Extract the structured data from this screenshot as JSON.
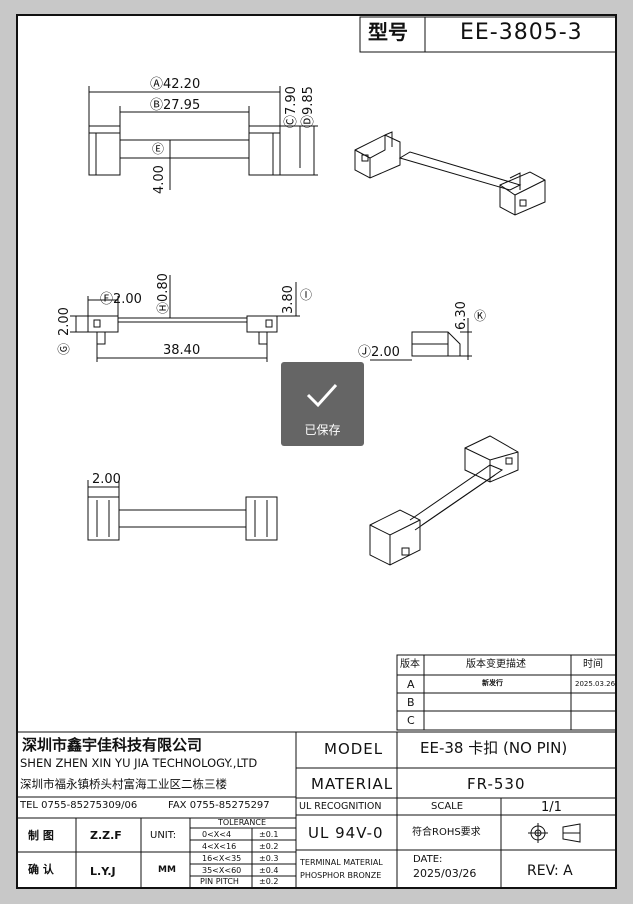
{
  "title_box": {
    "label": "型号",
    "model": "EE-3805-3"
  },
  "dimensions": {
    "a": "Ⓐ42.20",
    "b": "Ⓑ27.95",
    "c": "Ⓒ7.90",
    "d": "Ⓓ9.85",
    "e_val": "4.00",
    "e_mark": "Ⓔ",
    "f": "Ⓕ2.00",
    "h_val": "0.80",
    "h_mark": "Ⓗ",
    "i_val": "3.80",
    "i_mark": "Ⓘ",
    "g_val": "2.00",
    "g_mark": "Ⓖ",
    "len": "38.40",
    "k_val": "6.30",
    "k_mark": "Ⓚ",
    "j": "Ⓙ2.00",
    "top_w": "2.00"
  },
  "revision_table": {
    "headers": [
      "版本",
      "版本变更描述",
      "时间"
    ],
    "rows": [
      {
        "rev": "A",
        "desc": "新发行",
        "date": "2025.03.26"
      },
      {
        "rev": "B",
        "desc": "",
        "date": ""
      },
      {
        "rev": "C",
        "desc": "",
        "date": ""
      }
    ]
  },
  "company": {
    "name_cn": "深圳市鑫宇佳科技有限公司",
    "name_en": "SHEN ZHEN XIN YU JIA TECHNOLOGY.,LTD",
    "address": "深圳市福永镇桥头村富海工业区二栋三楼",
    "tel": "TEL 0755-85275309/06",
    "fax": "FAX 0755-85275297"
  },
  "title_block": {
    "model_label": "MODEL",
    "model_value": "EE-38 卡扣 (NO PIN)",
    "material_label": "MATERIAL",
    "material_value": "FR-530",
    "ul_label": "UL RECOGNITION",
    "scale_label": "SCALE",
    "scale_value": "1/1",
    "ul_value": "UL 94V-0",
    "rohs": "符合ROHS要求",
    "terminal_label": "TERMINAL MATERIAL",
    "terminal_value": "PHOSPHOR BRONZE",
    "date_label": "DATE:",
    "date_value": "2025/03/26",
    "rev": "REV: A"
  },
  "signoff": {
    "drawn_label": "制 图",
    "drawn_by": "Z.Z.F",
    "checked_label": "确 认",
    "checked_by": "L.Y.J",
    "unit_label": "UNIT:",
    "unit_value": "MM"
  },
  "tolerance": {
    "title": "TOLERANCE",
    "rows": [
      {
        "range": "0<X<4",
        "tol": "±0.1"
      },
      {
        "range": "4<X<16",
        "tol": "±0.2"
      },
      {
        "range": "16<X<35",
        "tol": "±0.3"
      },
      {
        "range": "35<X<60",
        "tol": "±0.4"
      },
      {
        "range": "PIN PITCH",
        "tol": "±0.2"
      }
    ]
  },
  "toast": {
    "message": "已保存"
  }
}
